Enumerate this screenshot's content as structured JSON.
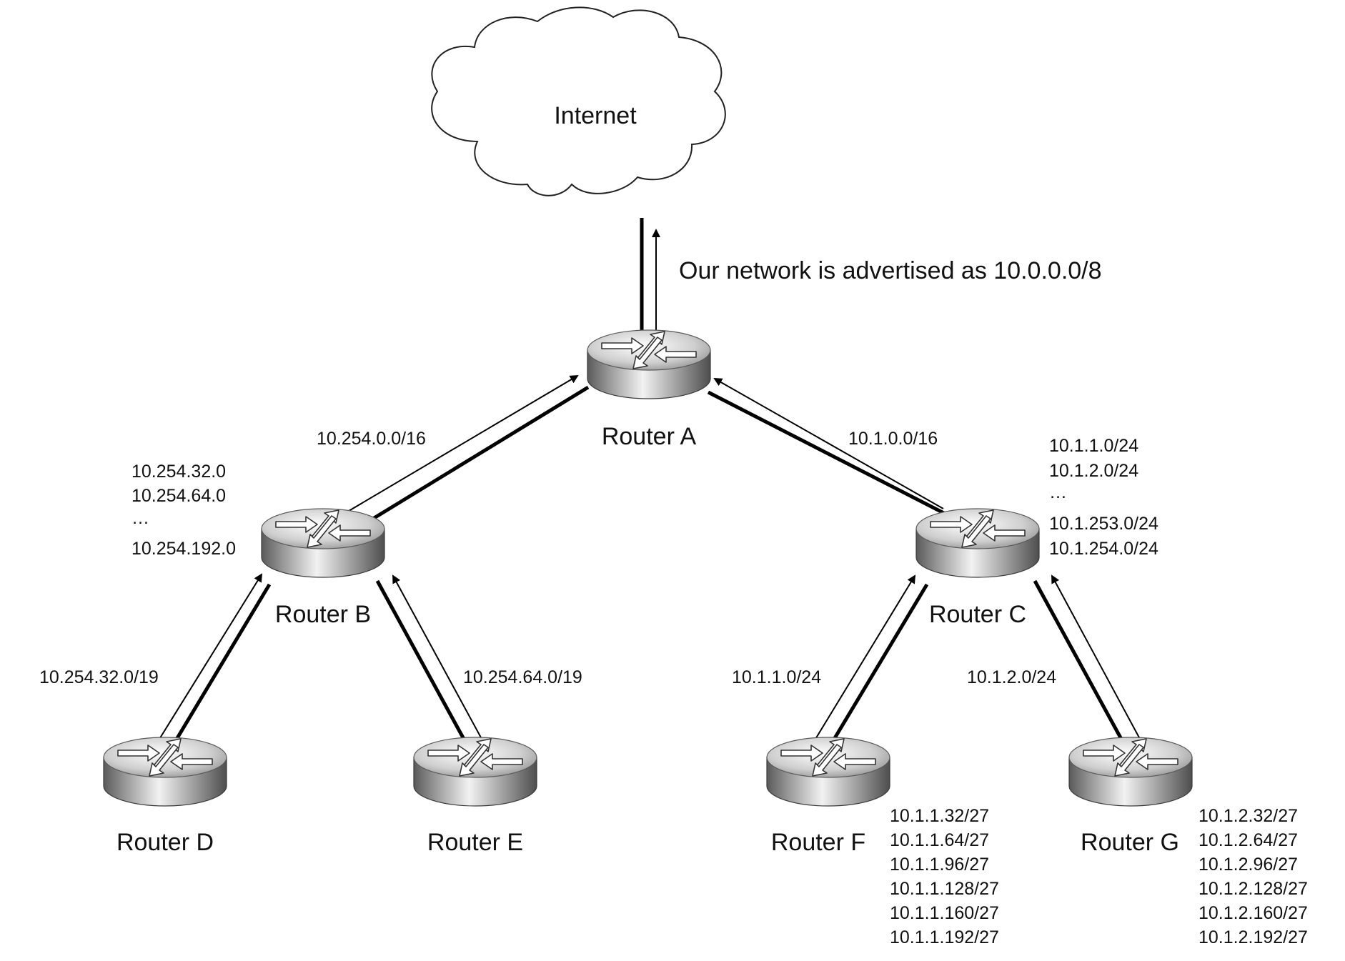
{
  "cloud": {
    "label": "Internet"
  },
  "advertisement": "Our network is advertised as 10.0.0.0/8",
  "routers": {
    "a": {
      "label": "Router A"
    },
    "b": {
      "label": "Router B"
    },
    "c": {
      "label": "Router C"
    },
    "d": {
      "label": "Router D"
    },
    "e": {
      "label": "Router E"
    },
    "f": {
      "label": "Router F"
    },
    "g": {
      "label": "Router G"
    }
  },
  "links": {
    "b_to_a": "10.254.0.0/16",
    "c_to_a": "10.1.0.0/16",
    "d_to_b": "10.254.32.0/19",
    "e_to_b": "10.254.64.0/19",
    "f_to_c": "10.1.1.0/24",
    "g_to_c": "10.1.2.0/24"
  },
  "route_lists": {
    "b": [
      "10.254.32.0",
      "10.254.64.0",
      "…",
      "10.254.192.0"
    ],
    "c": [
      "10.1.1.0/24",
      "10.1.2.0/24",
      "…",
      "10.1.253.0/24",
      "10.1.254.0/24"
    ],
    "f": [
      "10.1.1.32/27",
      "10.1.1.64/27",
      "10.1.1.96/27",
      "10.1.1.128/27",
      "10.1.1.160/27",
      "10.1.1.192/27"
    ],
    "g": [
      "10.1.2.32/27",
      "10.1.2.64/27",
      "10.1.2.96/27",
      "10.1.2.128/27",
      "10.1.2.160/27",
      "10.1.2.192/27"
    ]
  }
}
